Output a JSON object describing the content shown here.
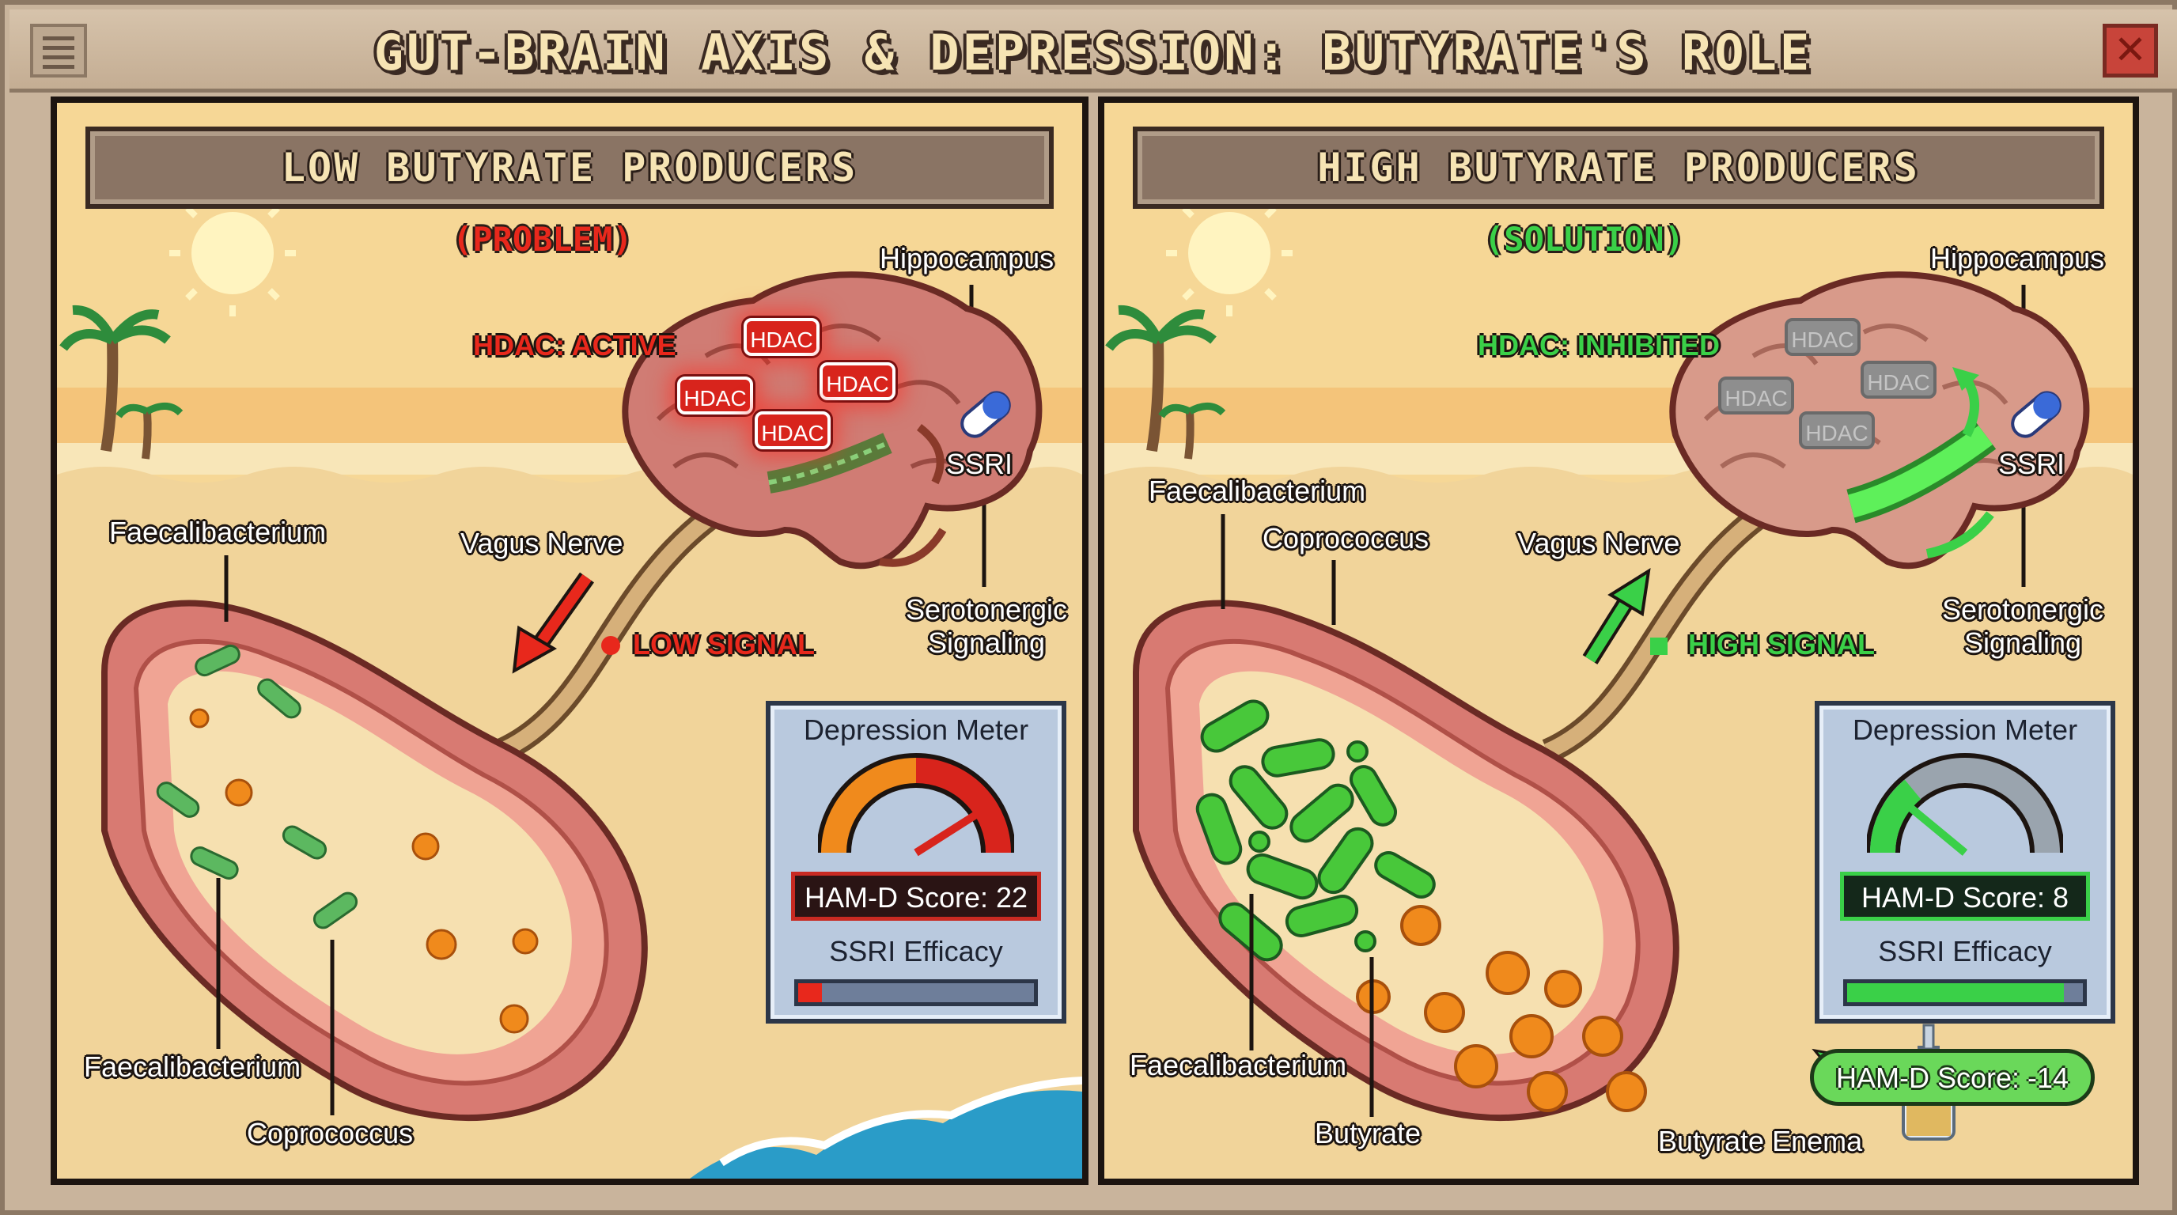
{
  "window": {
    "title": "GUT-BRAIN AXIS & DEPRESSION: BUTYRATE'S ROLE",
    "menu_icon": "hamburger-icon",
    "close_icon": "close-icon"
  },
  "left": {
    "heading": "LOW BUTYRATE PRODUCERS",
    "tag": "(PROBLEM)",
    "hdac_status": "HDAC: ACTIVE",
    "hdac_badges": [
      "HDAC",
      "HDAC",
      "HDAC",
      "HDAC"
    ],
    "hippocampus": "Hippocampus",
    "ssri": "SSRI",
    "serotonergic": [
      "Serotonergic",
      "Signaling"
    ],
    "vagus": "Vagus Nerve",
    "signal": "LOW SIGNAL",
    "bacteria_labels": [
      "Faecalibacterium",
      "Faecalibacterium",
      "Coprococcus"
    ],
    "meter": {
      "title": "Depression Meter",
      "score": "HAM-D Score: 22",
      "efficacy_label": "SSRI Efficacy",
      "efficacy_fraction": 0.1,
      "gauge_fraction": 0.82
    },
    "colors": {
      "accent": "#e8281c"
    }
  },
  "right": {
    "heading": "HIGH BUTYRATE PRODUCERS",
    "tag": "(SOLUTION)",
    "hdac_status": "HDAC: INHIBITED",
    "hdac_badges": [
      "HDAC",
      "HDAC",
      "HDAC",
      "HDAC"
    ],
    "hippocampus": "Hippocampus",
    "ssri": "SSRI",
    "serotonergic": [
      "Serotonergic",
      "Signaling"
    ],
    "vagus": "Vagus Nerve",
    "signal": "HIGH SIGNAL",
    "bacteria_labels": [
      "Faecalibacterium",
      "Coprococcus",
      "Faecalibacterium"
    ],
    "butyrate": "Butyrate",
    "enema": "Butyrate Enema",
    "enema_pill": "HAM-D Score: -14",
    "meter": {
      "title": "Depression Meter",
      "score": "HAM-D Score: 8",
      "efficacy_label": "SSRI Efficacy",
      "efficacy_fraction": 0.92,
      "gauge_fraction": 0.22
    },
    "colors": {
      "accent": "#3ad048"
    }
  }
}
